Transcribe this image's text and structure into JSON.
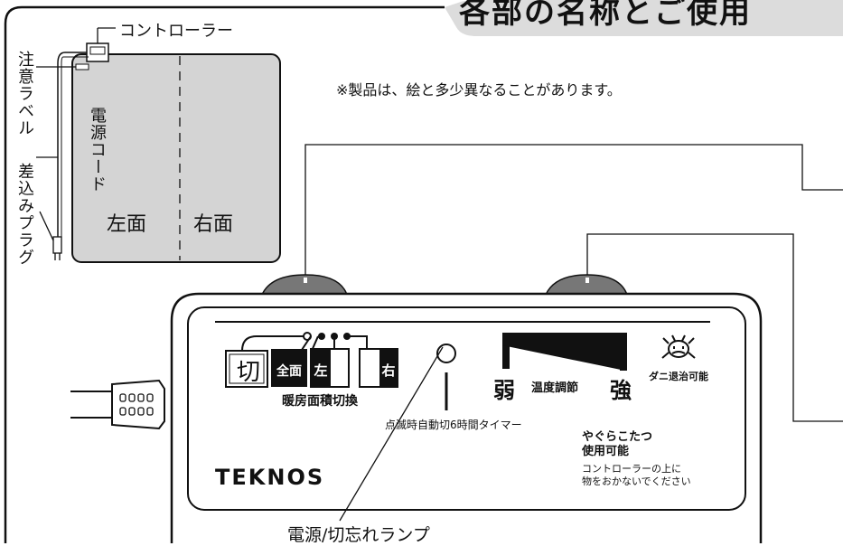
{
  "title": "各部の名称とご使用",
  "note": "※製品は、絵と多少異なることがあります。",
  "labels": {
    "controller": "コントローラー",
    "caution_label": "注意ラベル",
    "plug": "差込みプラグ",
    "power_cord": "電源コード",
    "left_side": "左面",
    "right_side": "右面",
    "lamp": "電源/切忘れランプ"
  },
  "controller": {
    "off": "切",
    "zone_all": "全面",
    "zone_left": "左",
    "zone_right": "右",
    "area_switch": "暖房面積切換",
    "weak": "弱",
    "temp_control": "温度調節",
    "strong": "強",
    "mite": "ダニ退治可能",
    "timer": "点滅時自動切6時間タイマー",
    "kotatsu_line1": "やぐらこたつ",
    "kotatsu_line2": "使用可能",
    "warning_line1": "コントローラーの上に",
    "warning_line2": "物をおかないでください",
    "brand": "TEKNOS"
  }
}
